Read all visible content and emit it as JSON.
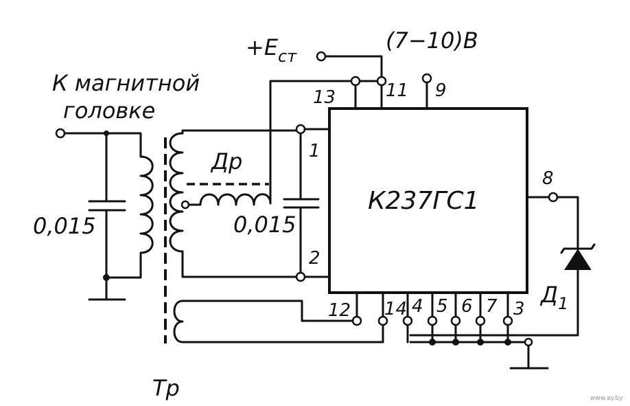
{
  "labels": {
    "head_line1": "К магнитной",
    "head_line2": "головке",
    "supply_prefix": "+E",
    "supply_sub": "ст",
    "supply_range": "(7−10)В",
    "ic": "К237ГС1",
    "choke": "Др",
    "cap_left": "0,015",
    "cap_mid": "0,015",
    "transformer": "Тр",
    "diode": "Д",
    "diode_sub": "1",
    "watermark": "www.ay.by"
  },
  "pins": {
    "p1": "1",
    "p2": "2",
    "p3": "3",
    "p4": "4",
    "p5": "5",
    "p6": "6",
    "p7": "7",
    "p8": "8",
    "p9": "9",
    "p11": "11",
    "p12": "12",
    "p13": "13",
    "p14": "14"
  }
}
